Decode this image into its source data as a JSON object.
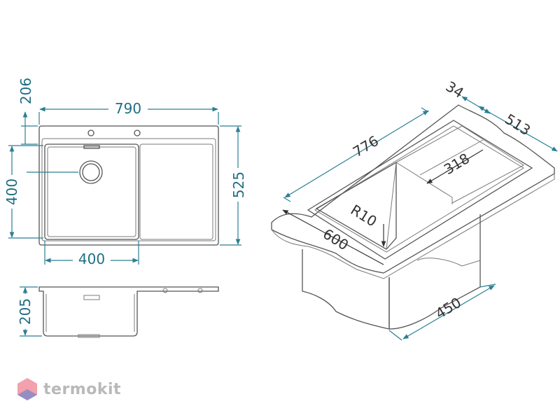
{
  "dimensions": {
    "top_view": {
      "width_total": "790",
      "height_total": "525",
      "bowl_width": "400",
      "bowl_height": "400",
      "flange_offset": "206"
    },
    "side_view": {
      "depth": "205"
    },
    "iso_view": {
      "length": "776",
      "width": "513",
      "rim": "34",
      "drainer": "318",
      "radius": "R10",
      "bowl_depth_label": "600",
      "cabinet": "450"
    }
  },
  "brand": {
    "name": "termokit"
  },
  "colors": {
    "dimension": "#2a7f94",
    "outline": "#555555",
    "logo_red": "#e8536a",
    "logo_blue": "#4a7fd6"
  }
}
